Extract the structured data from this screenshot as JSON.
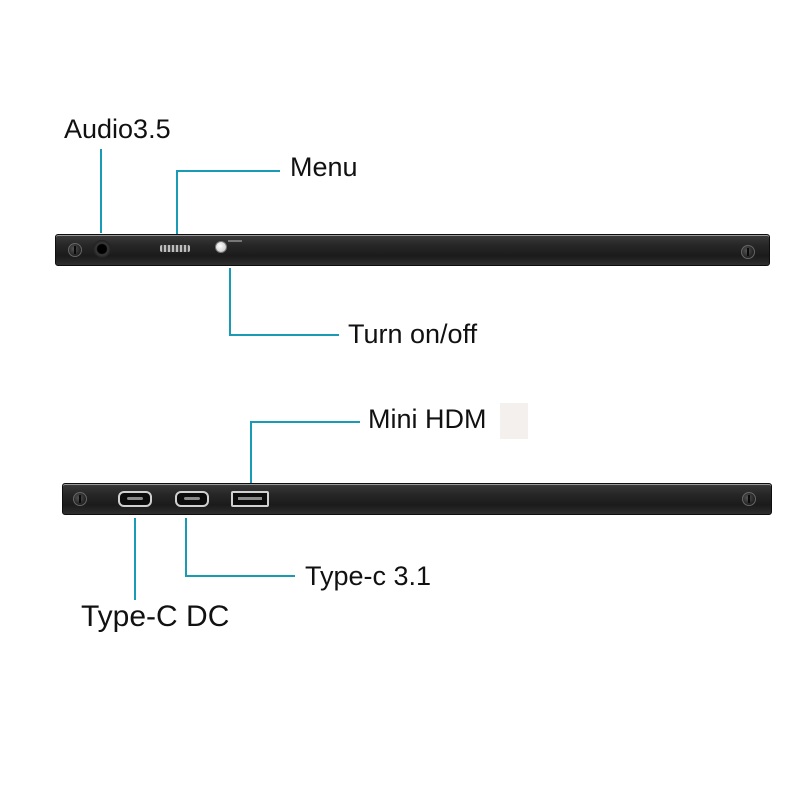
{
  "top_view": {
    "labels": {
      "audio": "Audio3.5",
      "menu": "Menu",
      "power": "Turn on/off"
    }
  },
  "bottom_view": {
    "labels": {
      "mini_hdmi": "Mini HDM",
      "typec_31": "Type-c 3.1",
      "typec_dc": "Type-C DC"
    }
  },
  "colors": {
    "leader_line": "#1a9bb5",
    "device_body": "#222222",
    "text": "#111111"
  }
}
